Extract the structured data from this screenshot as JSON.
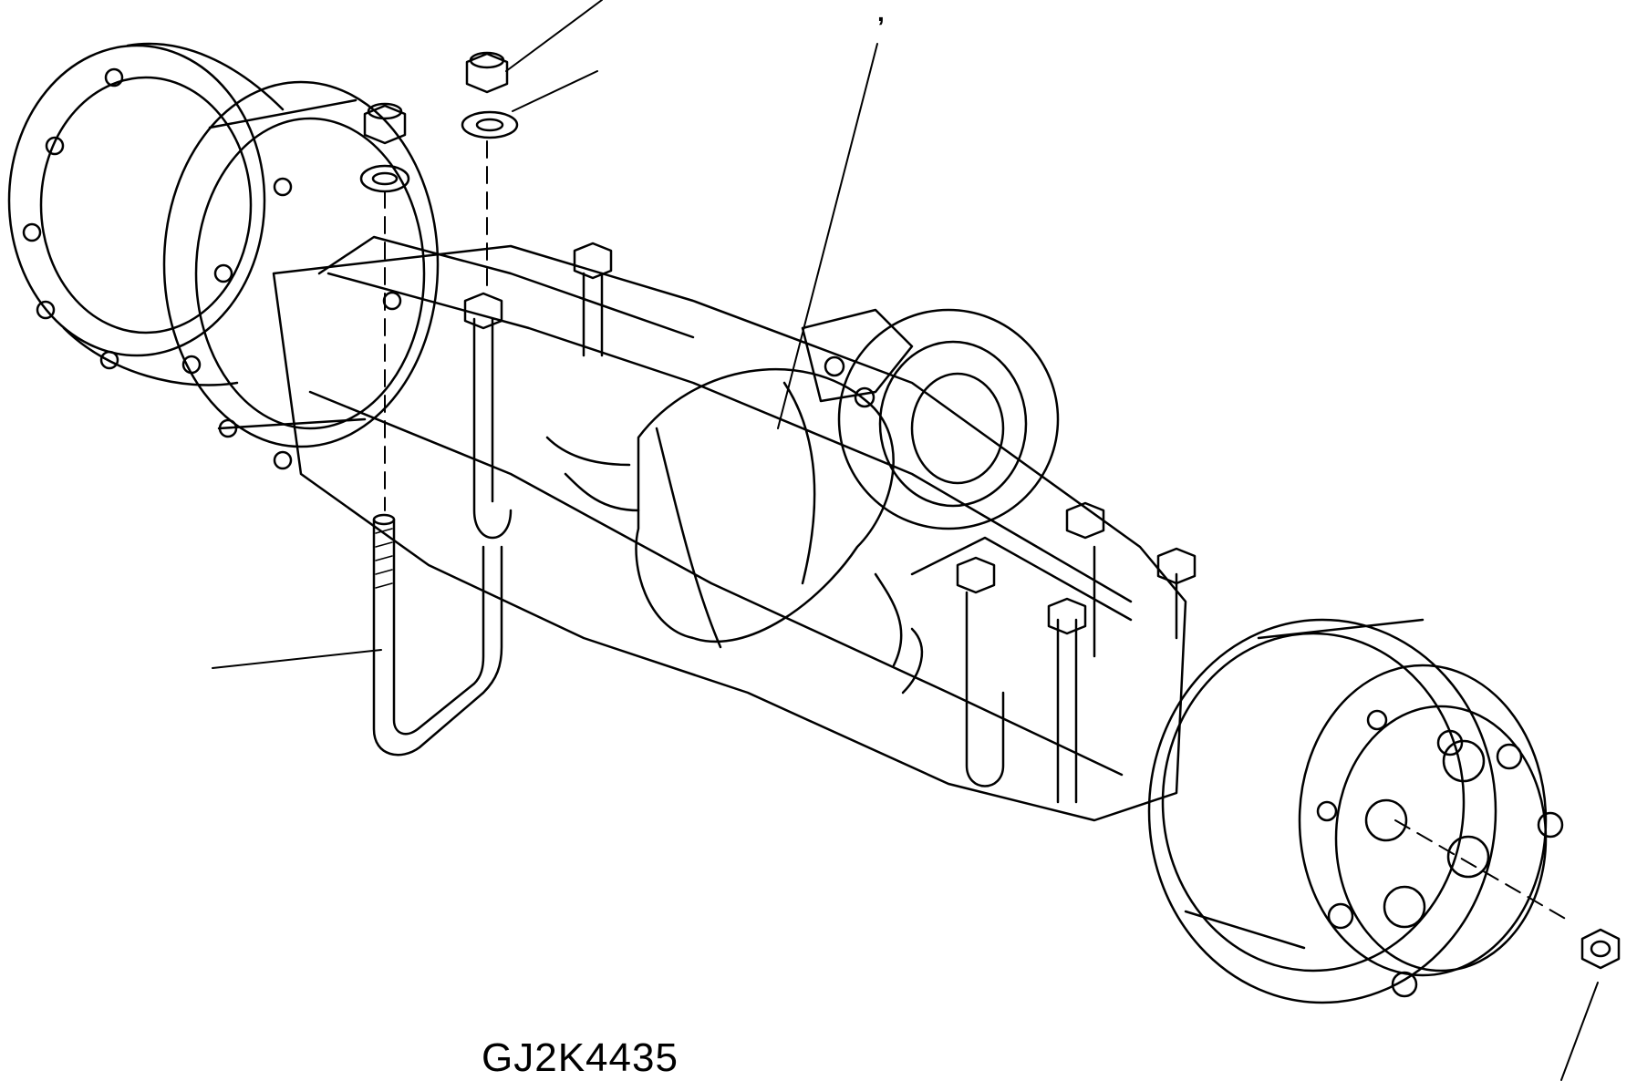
{
  "drawing": {
    "code": "GJ2K4435",
    "tick": ","
  },
  "colors": {
    "line": "#000000",
    "background": "#ffffff"
  },
  "components": [
    "axle-assembly",
    "left-wheel-hub",
    "right-wheel-hub",
    "differential-housing",
    "u-bolt",
    "hex-nut",
    "flat-washer",
    "wheel-nut"
  ]
}
